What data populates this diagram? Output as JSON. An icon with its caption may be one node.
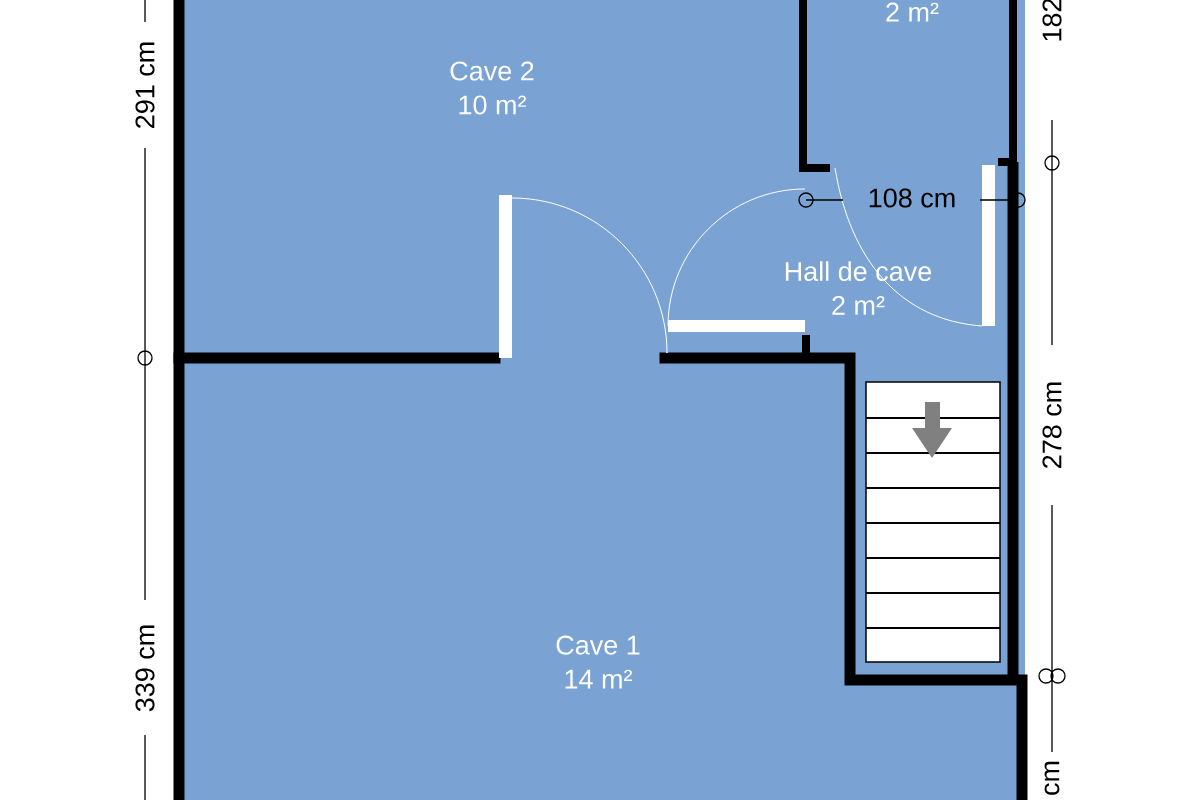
{
  "diagram": {
    "nodes": [
      {
        "text": [
          "2 m²"
        ]
      },
      {
        "text": [
          "Cave 2",
          "10 m²"
        ]
      },
      {
        "text": [
          "Hall de cave",
          "2 m²"
        ]
      },
      {
        "text": [
          "Cave 1",
          "14 m²"
        ]
      }
    ],
    "labels": [
      "291 cm",
      "182",
      "108 cm",
      "278 cm",
      "339 cm",
      "cm"
    ]
  }
}
